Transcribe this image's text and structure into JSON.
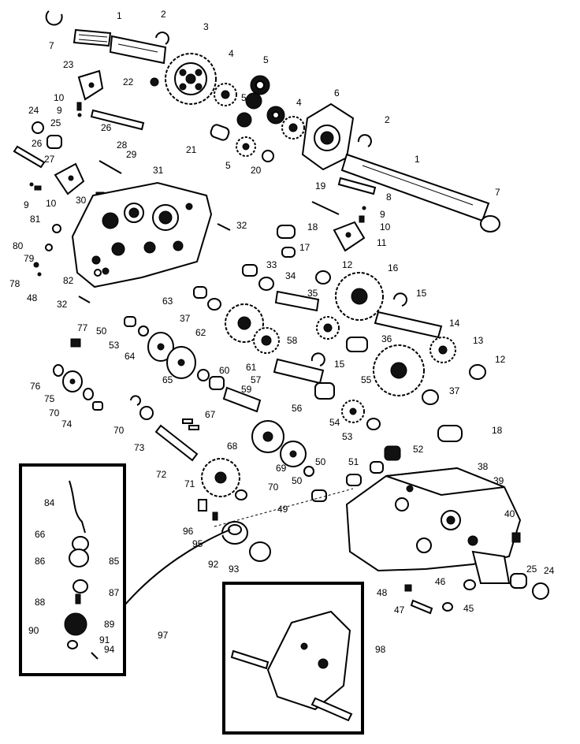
{
  "figure": {
    "callouts": [
      {
        "id": "c1a",
        "text": "1"
      },
      {
        "id": "c2a",
        "text": "2"
      },
      {
        "id": "c3",
        "text": "3"
      },
      {
        "id": "c7a",
        "text": "7"
      },
      {
        "id": "c4a",
        "text": "4"
      },
      {
        "id": "c5a",
        "text": "5"
      },
      {
        "id": "c5b",
        "text": "5"
      },
      {
        "id": "c4b",
        "text": "4"
      },
      {
        "id": "c6",
        "text": "6"
      },
      {
        "id": "c23",
        "text": "23"
      },
      {
        "id": "c22",
        "text": "22"
      },
      {
        "id": "c10a",
        "text": "10"
      },
      {
        "id": "c9a",
        "text": "9"
      },
      {
        "id": "c24a",
        "text": "24"
      },
      {
        "id": "c25a",
        "text": "25"
      },
      {
        "id": "c26a",
        "text": "26"
      },
      {
        "id": "c26b",
        "text": "26"
      },
      {
        "id": "c28",
        "text": "28"
      },
      {
        "id": "c21",
        "text": "21"
      },
      {
        "id": "c2b",
        "text": "2"
      },
      {
        "id": "c1b",
        "text": "1"
      },
      {
        "id": "c27",
        "text": "27"
      },
      {
        "id": "c29",
        "text": "29"
      },
      {
        "id": "c5c",
        "text": "5"
      },
      {
        "id": "c20",
        "text": "20"
      },
      {
        "id": "c31",
        "text": "31"
      },
      {
        "id": "c8",
        "text": "8"
      },
      {
        "id": "c7b",
        "text": "7"
      },
      {
        "id": "c9b",
        "text": "9"
      },
      {
        "id": "c10b",
        "text": "10"
      },
      {
        "id": "c30",
        "text": "30"
      },
      {
        "id": "c19",
        "text": "19"
      },
      {
        "id": "c9c",
        "text": "9"
      },
      {
        "id": "c10c",
        "text": "10"
      },
      {
        "id": "c81",
        "text": "81"
      },
      {
        "id": "c32a",
        "text": "32"
      },
      {
        "id": "c18a",
        "text": "18"
      },
      {
        "id": "c11",
        "text": "11"
      },
      {
        "id": "c80",
        "text": "80"
      },
      {
        "id": "c79",
        "text": "79"
      },
      {
        "id": "c17",
        "text": "17"
      },
      {
        "id": "c78",
        "text": "78"
      },
      {
        "id": "c33",
        "text": "33"
      },
      {
        "id": "c12a",
        "text": "12"
      },
      {
        "id": "c16",
        "text": "16"
      },
      {
        "id": "c82",
        "text": "82"
      },
      {
        "id": "c34",
        "text": "34"
      },
      {
        "id": "c48a",
        "text": "48"
      },
      {
        "id": "c32b",
        "text": "32"
      },
      {
        "id": "c63",
        "text": "63"
      },
      {
        "id": "c35",
        "text": "35"
      },
      {
        "id": "c15a",
        "text": "15"
      },
      {
        "id": "c37a",
        "text": "37"
      },
      {
        "id": "c62",
        "text": "62"
      },
      {
        "id": "c14",
        "text": "14"
      },
      {
        "id": "c50a",
        "text": "50"
      },
      {
        "id": "c77",
        "text": "77"
      },
      {
        "id": "c53a",
        "text": "53"
      },
      {
        "id": "c58",
        "text": "58"
      },
      {
        "id": "c36",
        "text": "36"
      },
      {
        "id": "c13",
        "text": "13"
      },
      {
        "id": "c64",
        "text": "64"
      },
      {
        "id": "c61",
        "text": "61"
      },
      {
        "id": "c60",
        "text": "60"
      },
      {
        "id": "c15b",
        "text": "15"
      },
      {
        "id": "c12b",
        "text": "12"
      },
      {
        "id": "c65",
        "text": "65"
      },
      {
        "id": "c57",
        "text": "57"
      },
      {
        "id": "c55",
        "text": "55"
      },
      {
        "id": "c76",
        "text": "76"
      },
      {
        "id": "c75",
        "text": "75"
      },
      {
        "id": "c59",
        "text": "59"
      },
      {
        "id": "c37b",
        "text": "37"
      },
      {
        "id": "c70a",
        "text": "70"
      },
      {
        "id": "c74",
        "text": "74"
      },
      {
        "id": "c56",
        "text": "56"
      },
      {
        "id": "c67",
        "text": "67"
      },
      {
        "id": "c54",
        "text": "54"
      },
      {
        "id": "c70b",
        "text": "70"
      },
      {
        "id": "c53b",
        "text": "53"
      },
      {
        "id": "c18b",
        "text": "18"
      },
      {
        "id": "c73",
        "text": "73"
      },
      {
        "id": "c68",
        "text": "68"
      },
      {
        "id": "c52",
        "text": "52"
      },
      {
        "id": "c72",
        "text": "72"
      },
      {
        "id": "c51",
        "text": "51"
      },
      {
        "id": "c38",
        "text": "38"
      },
      {
        "id": "c69",
        "text": "69"
      },
      {
        "id": "c50b",
        "text": "50"
      },
      {
        "id": "c50c",
        "text": "50"
      },
      {
        "id": "c39",
        "text": "39"
      },
      {
        "id": "c71",
        "text": "71"
      },
      {
        "id": "c70c",
        "text": "70"
      },
      {
        "id": "c49",
        "text": "49"
      },
      {
        "id": "c84",
        "text": "84"
      },
      {
        "id": "c40",
        "text": "40"
      },
      {
        "id": "c96",
        "text": "96"
      },
      {
        "id": "c66",
        "text": "66"
      },
      {
        "id": "c95",
        "text": "95"
      },
      {
        "id": "c86",
        "text": "86"
      },
      {
        "id": "c85",
        "text": "85"
      },
      {
        "id": "c92",
        "text": "92"
      },
      {
        "id": "c93",
        "text": "93"
      },
      {
        "id": "c25b",
        "text": "25"
      },
      {
        "id": "c24b",
        "text": "24"
      },
      {
        "id": "c87",
        "text": "87"
      },
      {
        "id": "c46",
        "text": "46"
      },
      {
        "id": "c48b",
        "text": "48"
      },
      {
        "id": "c88",
        "text": "88"
      },
      {
        "id": "c89",
        "text": "89"
      },
      {
        "id": "c47",
        "text": "47"
      },
      {
        "id": "c45",
        "text": "45"
      },
      {
        "id": "c90",
        "text": "90"
      },
      {
        "id": "c97",
        "text": "97"
      },
      {
        "id": "c91",
        "text": "91"
      },
      {
        "id": "c94",
        "text": "94"
      },
      {
        "id": "c98",
        "text": "98"
      }
    ]
  }
}
